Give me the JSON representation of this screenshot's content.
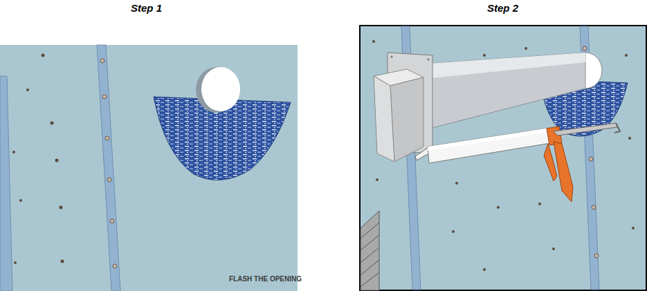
{
  "diagram": {
    "labels": [
      "Step 1",
      "Step 2",
      "FLASH THE OPENING"
    ]
  }
}
